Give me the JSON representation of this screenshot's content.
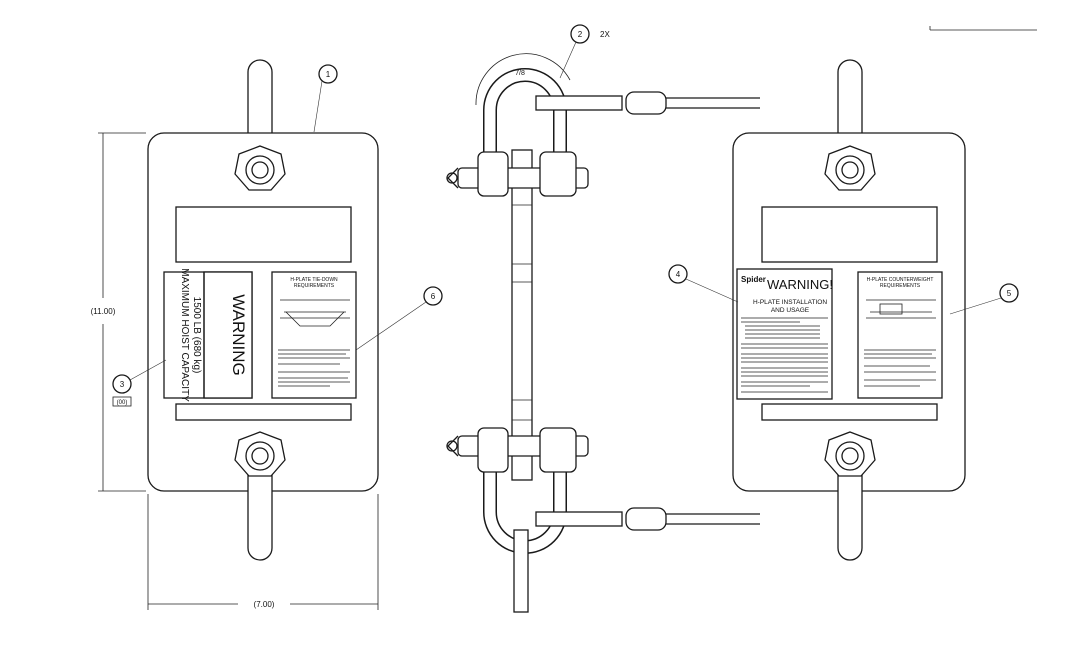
{
  "callouts": {
    "c1": "1",
    "c2": "2",
    "c2_qty": "2X",
    "c3": "3",
    "c4": "4",
    "c5": "5",
    "c6": "6"
  },
  "dimensions": {
    "height": "(11.00)",
    "width": "(7.00)"
  },
  "ref_tag": "(00)",
  "shackle_mark": "7/8",
  "plate_left_label": {
    "title": "WARNING",
    "line1": "MAXIMUM HOIST CAPACITY",
    "line2": "1500 LB (680 kg)"
  },
  "warning_label": {
    "brand": "Spider",
    "title": "WARNING!",
    "subtitle1": "H-PLATE INSTALLATION",
    "subtitle2": "AND USAGE"
  },
  "tiedown_label": {
    "title1": "H-PLATE TIE-DOWN",
    "title2": "REQUIREMENTS"
  },
  "counterweight_label": {
    "title1": "H-PLATE COUNTERWEIGHT",
    "title2": "REQUIREMENTS"
  }
}
